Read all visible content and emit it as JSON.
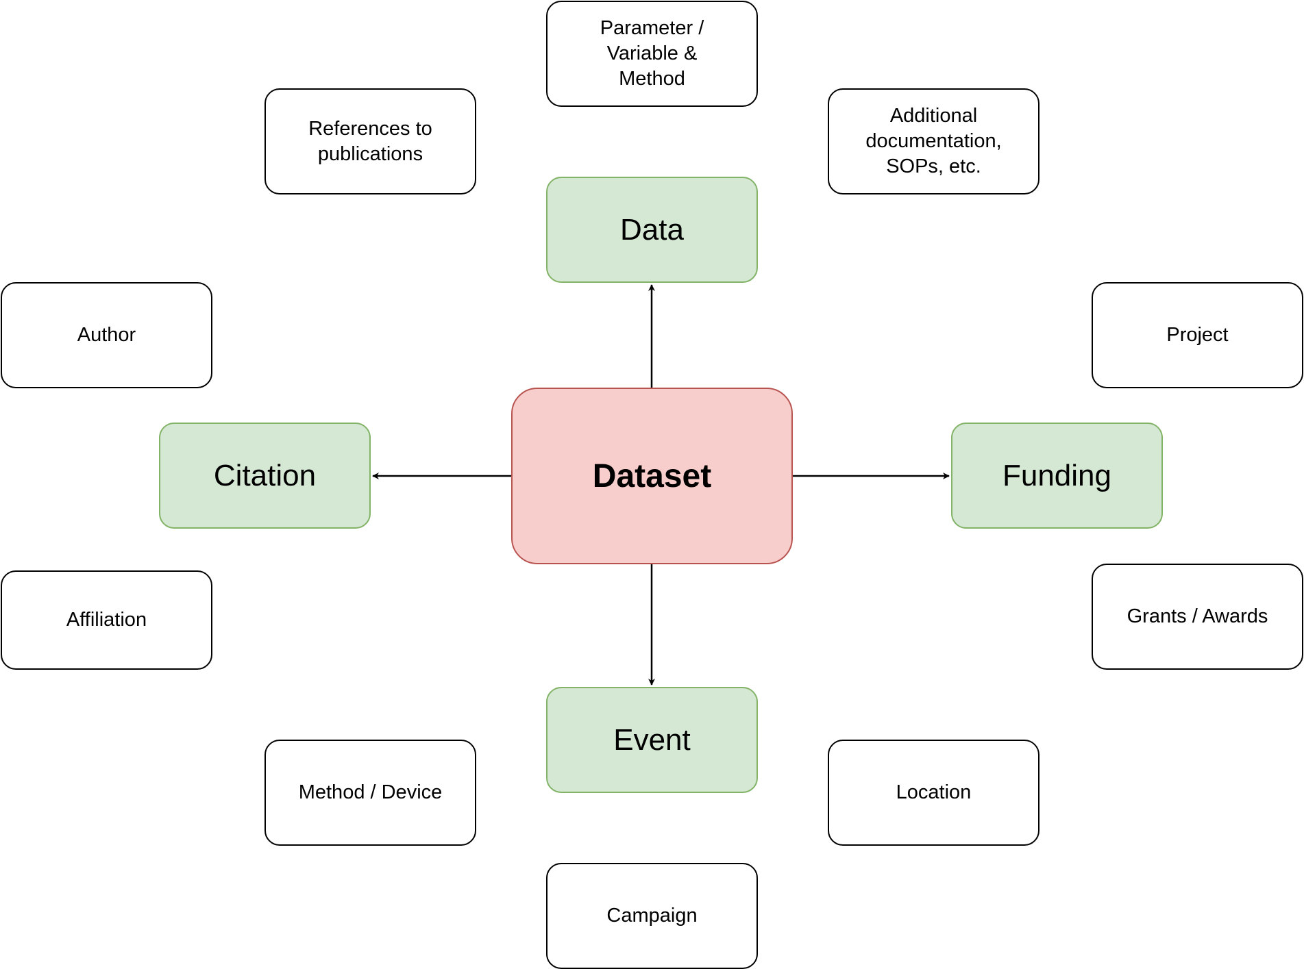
{
  "center": {
    "label": "Dataset"
  },
  "categories": {
    "data": "Data",
    "citation": "Citation",
    "funding": "Funding",
    "event": "Event"
  },
  "details": {
    "parameter": "Parameter /\nVariable &\nMethod",
    "references": "References to\npublications",
    "additional": "Additional\ndocumentation,\nSOPs, etc.",
    "author": "Author",
    "project": "Project",
    "affiliation": "Affiliation",
    "grants": "Grants / Awards",
    "method_device": "Method / Device",
    "location": "Location",
    "campaign": "Campaign"
  },
  "colors": {
    "center_fill": "#f8cecc",
    "center_stroke": "#b85450",
    "category_fill": "#d5e8d4",
    "category_stroke": "#82b366",
    "detail_fill": "#ffffff",
    "detail_stroke": "#000000",
    "arrow": "#000000"
  }
}
